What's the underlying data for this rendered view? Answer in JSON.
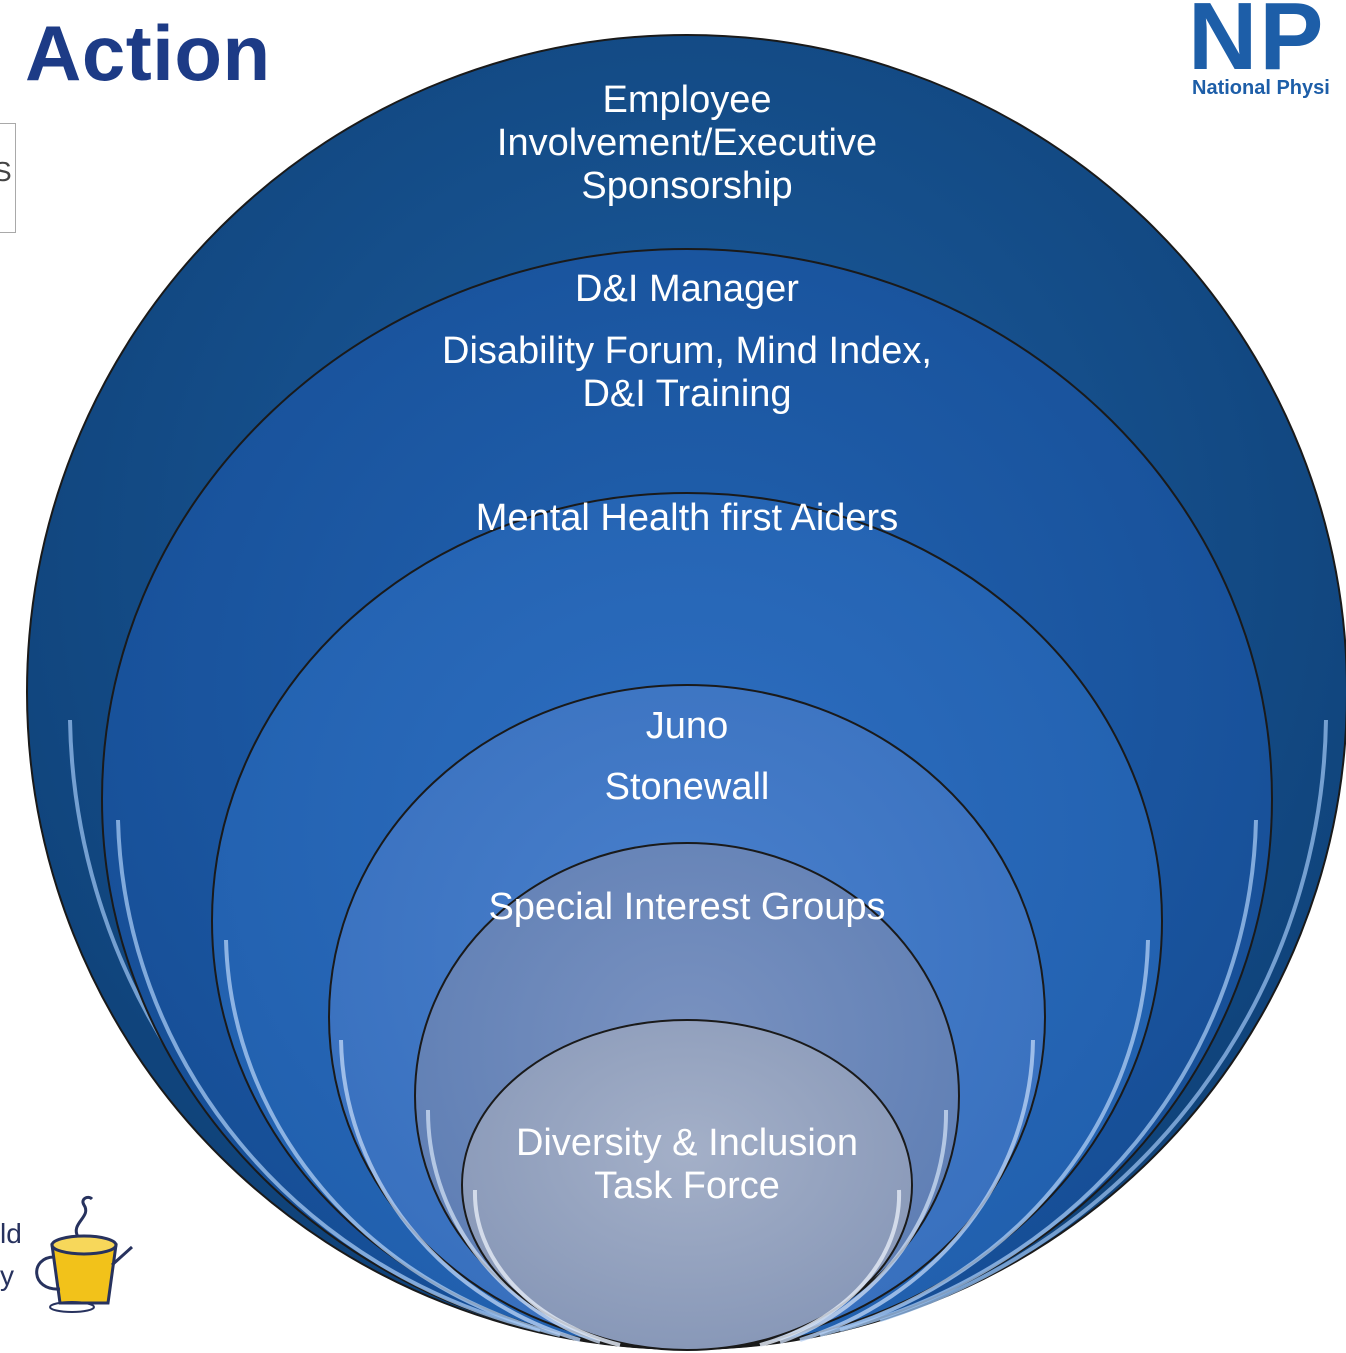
{
  "header": {
    "title": "Action",
    "side_box_text": "S",
    "logo_letters": "NP",
    "logo_subtitle": "National Physi"
  },
  "footer_logo": {
    "text": "ld\ny"
  },
  "diagram": {
    "rings": [
      {
        "label": "Employee Involvement/Executive Sponsorship",
        "color": "#14508c"
      },
      {
        "label_title": "D&I Manager",
        "label": "Disability Forum, Mind Index, D&I Training",
        "color": "#1a5aa6"
      },
      {
        "label": "Mental Health first Aiders",
        "color": "#2866b8"
      },
      {
        "label_title": "Juno",
        "label": "Stonewall",
        "color": "#3c74c4"
      },
      {
        "label": "Special Interest Groups",
        "color": "#6482b4"
      },
      {
        "label": "Diversity & Inclusion Task Force",
        "color": "#90a0bc"
      }
    ]
  }
}
